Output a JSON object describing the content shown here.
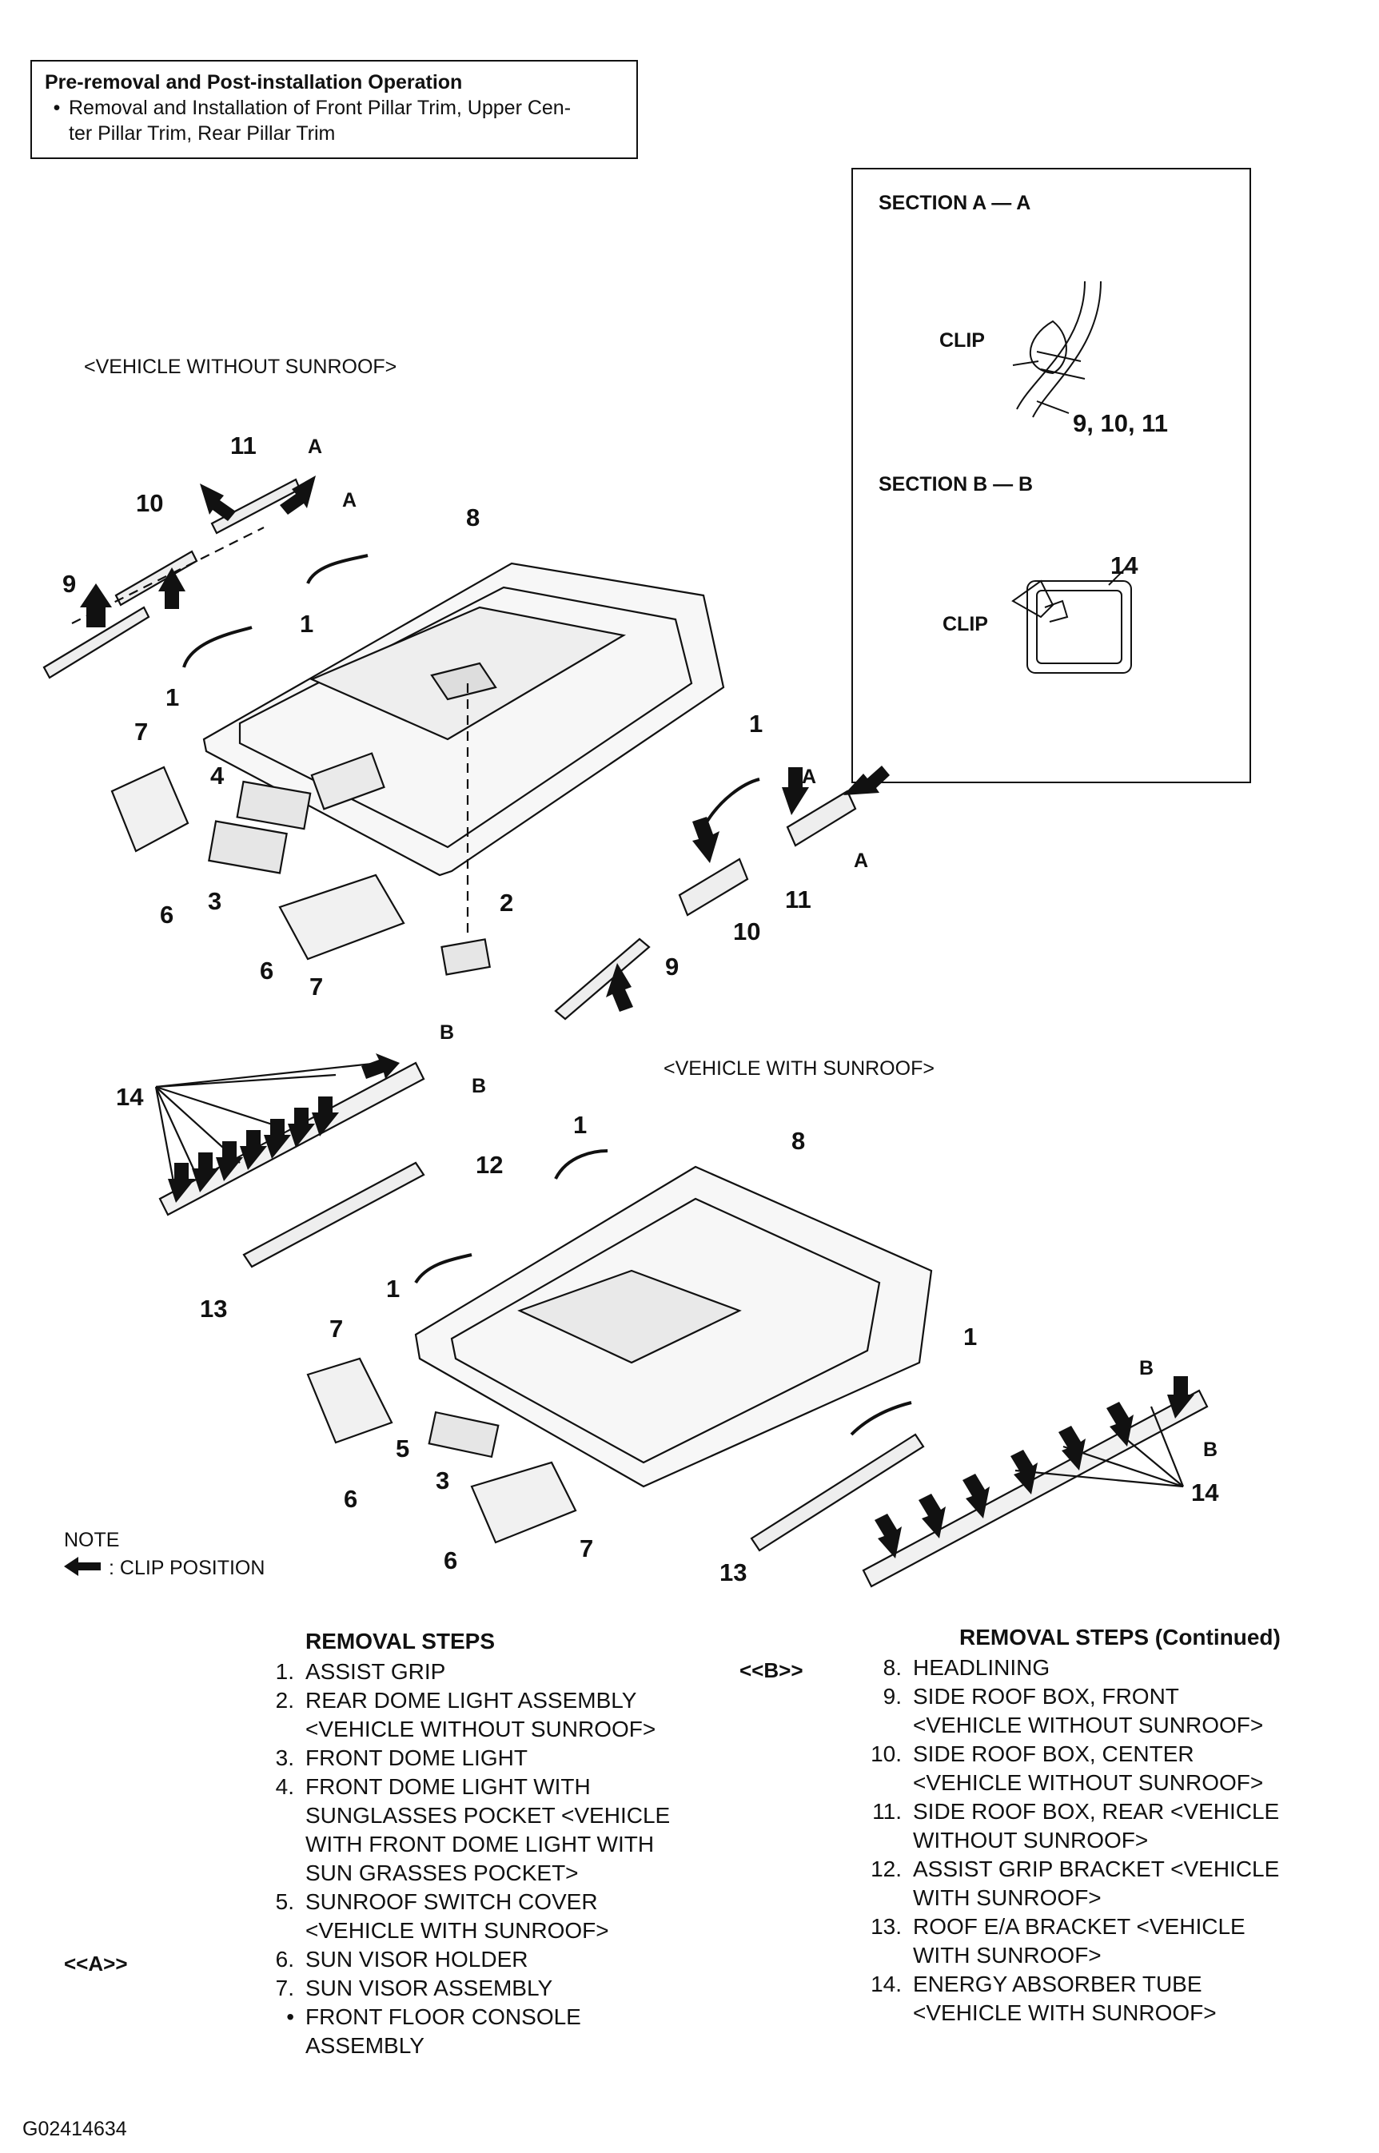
{
  "notice": {
    "title": "Pre-removal and Post-installation Operation",
    "bullet": "•",
    "line1": "Removal and Installation of Front Pillar Trim, Upper Cen-",
    "line2": "ter Pillar Trim, Rear Pillar Trim"
  },
  "section_a": {
    "title": "SECTION A —  A",
    "clip": "CLIP",
    "parts": "9, 10, 11"
  },
  "section_b": {
    "title": "SECTION B —  B",
    "clip": "CLIP",
    "part": "14"
  },
  "views": {
    "without_sunroof": "<VEHICLE WITHOUT SUNROOF>",
    "with_sunroof": "<VEHICLE WITH SUNROOF>"
  },
  "section_letters": {
    "a": "A",
    "b": "B"
  },
  "top_numbers": [
    "11",
    "10",
    "9",
    "8",
    "1",
    "1",
    "1",
    "7",
    "4",
    "3",
    "6",
    "6",
    "7",
    "2",
    "1",
    "11",
    "10",
    "9"
  ],
  "bottom_numbers": [
    "14",
    "12",
    "1",
    "1",
    "13",
    "8",
    "7",
    "5",
    "3",
    "6",
    "6",
    "7",
    "1",
    "14",
    "13"
  ],
  "note": {
    "title": "NOTE",
    "legend": ": CLIP POSITION"
  },
  "steps_left": {
    "title": "REMOVAL STEPS",
    "items": [
      {
        "n": "1.",
        "lines": [
          "ASSIST GRIP"
        ]
      },
      {
        "n": "2.",
        "lines": [
          "REAR DOME LIGHT ASSEMBLY",
          "<VEHICLE WITHOUT SUNROOF>"
        ]
      },
      {
        "n": "3.",
        "lines": [
          "FRONT DOME LIGHT"
        ]
      },
      {
        "n": "4.",
        "lines": [
          "FRONT DOME LIGHT WITH",
          "SUNGLASSES POCKET <VEHICLE",
          "WITH FRONT DOME LIGHT WITH",
          "SUN GRASSES POCKET>"
        ]
      },
      {
        "n": "5.",
        "lines": [
          "SUNROOF SWITCH COVER",
          "<VEHICLE WITH SUNROOF>"
        ]
      },
      {
        "n": "6.",
        "lines": [
          "SUN VISOR HOLDER"
        ]
      },
      {
        "n": "7.",
        "lines": [
          "SUN VISOR ASSEMBLY"
        ]
      },
      {
        "n": "•",
        "lines": [
          "FRONT FLOOR CONSOLE",
          "ASSEMBLY"
        ]
      }
    ]
  },
  "steps_right": {
    "title": "REMOVAL STEPS (Continued)",
    "items": [
      {
        "n": "8.",
        "lines": [
          "HEADLINING"
        ]
      },
      {
        "n": "9.",
        "lines": [
          "SIDE ROOF BOX, FRONT",
          "<VEHICLE WITHOUT SUNROOF>"
        ]
      },
      {
        "n": "10.",
        "lines": [
          "SIDE ROOF BOX, CENTER",
          "<VEHICLE WITHOUT SUNROOF>"
        ]
      },
      {
        "n": "11.",
        "lines": [
          "SIDE ROOF BOX, REAR <VEHICLE",
          "WITHOUT SUNROOF>"
        ]
      },
      {
        "n": "12.",
        "lines": [
          "ASSIST GRIP BRACKET <VEHICLE",
          "WITH SUNROOF>"
        ]
      },
      {
        "n": "13.",
        "lines": [
          "ROOF E/A BRACKET <VEHICLE",
          "WITH SUNROOF>"
        ]
      },
      {
        "n": "14.",
        "lines": [
          "ENERGY ABSORBER TUBE",
          "<VEHICLE WITH SUNROOF>"
        ]
      }
    ]
  },
  "markers": {
    "a": "<<A>>",
    "b": "<<B>>"
  },
  "figure_id": "G02414634"
}
